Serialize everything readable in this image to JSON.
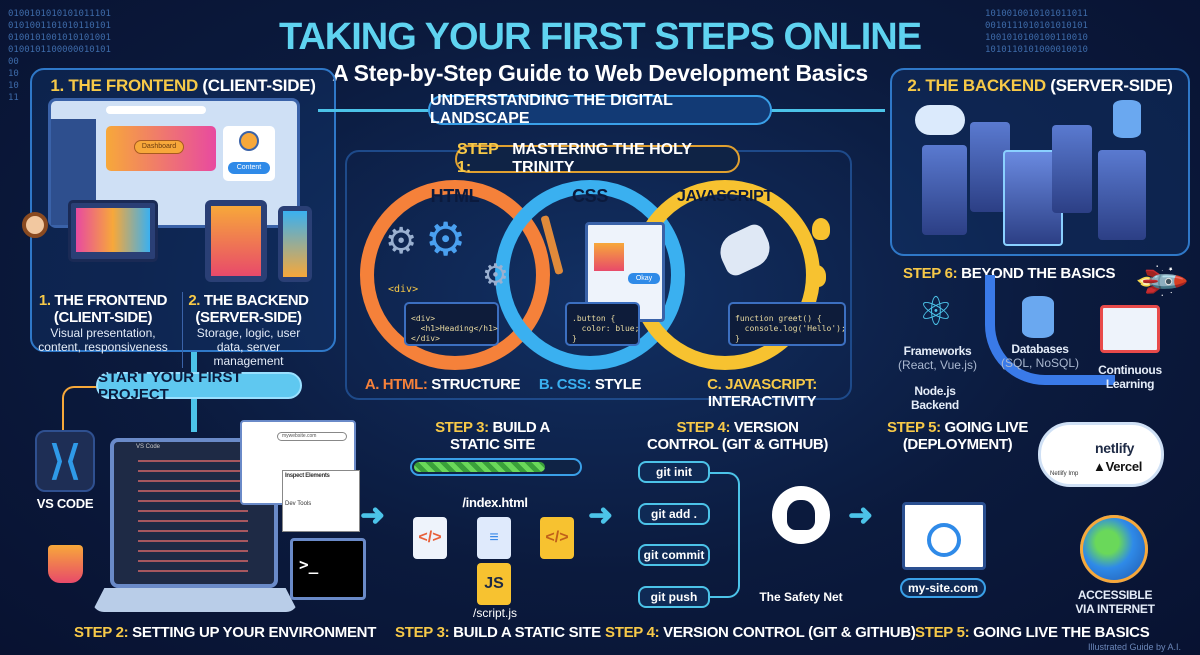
{
  "header": {
    "title": "TAKING YOUR FIRST STEPS ONLINE",
    "subtitle": "A Step-by-Step Guide to Web Development Basics"
  },
  "binary": {
    "left": "0100101010101011101\n0101001101010110101\n0100101001010101001\n0100101100000010101\n00\n10\n10\n11",
    "right": "1010010010101011011\n0010111010101010101\n1001010100100110010\n1010110101000010010"
  },
  "landscape": {
    "label": "UNDERSTANDING THE DIGITAL LANDSCAPE"
  },
  "frontend": {
    "title_num": "1. THE FRONTEND",
    "title_rest": " (CLIENT-SIDE)",
    "ui_button": "Dashboard",
    "ui_content": "Content",
    "col1": {
      "num": "1.",
      "title": " THE FRONTEND (CLIENT-SIDE)",
      "desc": "Visual presentation, content, responsiveness"
    },
    "col2": {
      "num": "2.",
      "title": " THE BACKEND (SERVER-SIDE)",
      "desc": "Storage, logic, user data, server management"
    }
  },
  "backend": {
    "title_num": "2. THE BACKEND",
    "title_rest": " (SERVER-SIDE)"
  },
  "step1": {
    "num": "STEP 1:",
    "title": " MASTERING THE HOLY TRINITY",
    "html": {
      "name": "HTML",
      "tag": "<div>",
      "code": "<div>\n  <h1>Heading</h1>\n</div>",
      "label_num": "A. HTML:",
      "label_rest": " STRUCTURE",
      "color": "#f5813a"
    },
    "css": {
      "name": "CSS",
      "code": ".button {\n  color: blue;\n}",
      "btn": "Okay",
      "label_num": "B. CSS:",
      "label_rest": " STYLE",
      "color": "#3ab0f0"
    },
    "js": {
      "name": "JAVASCRIPT",
      "code": "function greet() {\n  console.log('Hello');\n}",
      "label_num": "C. JAVASCRIPT:",
      "label_rest": " INTERACTIVITY",
      "color": "#f7c230"
    }
  },
  "start": {
    "label": "START YOUR FIRST PROJECT"
  },
  "step2": {
    "num": "STEP 2:",
    "title": " SETTING UP YOUR ENVIRONMENT",
    "vscode": "VS CODE",
    "editor_tab": "VS Code",
    "url": "mywebsite.com",
    "inspect_title": "Inspect Elements",
    "devtools": "Dev Tools",
    "terminal": ">_"
  },
  "step3": {
    "num": "STEP 3:",
    "title": " BUILD A STATIC SITE",
    "progress": 0.8,
    "index": "/index.html",
    "script": "/script.js",
    "js": "JS",
    "bottom_num": "STEP 3:",
    "bottom_title": " BUILD A STATIC SITE"
  },
  "step4": {
    "num": "STEP 4:",
    "title": " VERSION CONTROL (GIT & GITHUB)",
    "commands": [
      "git init",
      "git add .",
      "git commit",
      "git push"
    ],
    "safety": "The Safety Net",
    "bottom_num": "STEP 4:",
    "bottom_title": " VERSION CONTROL (GIT & GITHUB)"
  },
  "step5": {
    "num": "STEP 5:",
    "title": " GOING LIVE (DEPLOYMENT)",
    "domain": "my-site.com",
    "hosts": [
      "netlify",
      "Vercel",
      "Netlify Imp"
    ],
    "accessible": "ACCESSIBLE VIA INTERNET",
    "bottom_num": "STEP 5:",
    "bottom_title": " GOING LIVE THE BASICS"
  },
  "step6": {
    "num": "STEP 6:",
    "title": " BEYOND THE BASICS",
    "frameworks": "Frameworks",
    "frameworks_sub": "(React, Vue.js)",
    "node": "Node.js Backend",
    "databases": "Databases",
    "databases_sub": "(SQL, NoSQL)",
    "learning": "Continuous Learning"
  },
  "footer": {
    "credit": "Illustrated Guide by A.I."
  },
  "colors": {
    "accent": "#4cc3e8",
    "highlight": "#f7c948",
    "background": "#0b1a3d"
  }
}
